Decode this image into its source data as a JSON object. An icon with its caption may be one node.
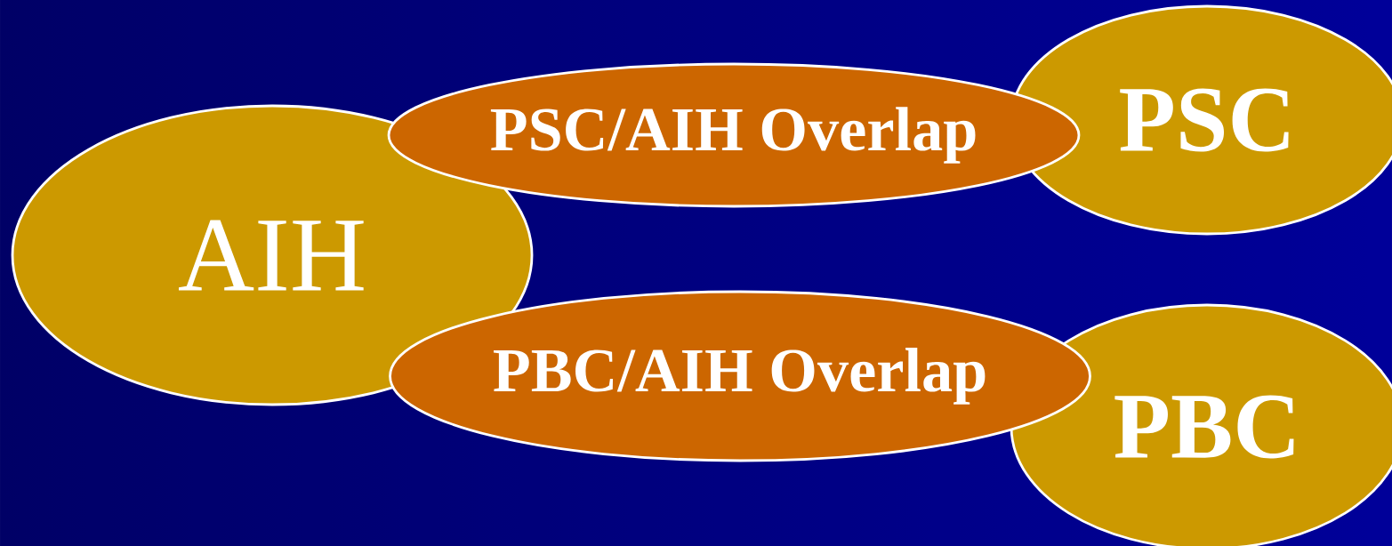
{
  "diagram": {
    "nodes": [
      {
        "text": [
          "AIH"
        ]
      },
      {
        "text": [
          "PSC/AIH Overlap"
        ]
      },
      {
        "text": [
          "PSC"
        ]
      },
      {
        "text": [
          "PBC/AIH Overlap"
        ]
      },
      {
        "text": [
          "PBC"
        ]
      }
    ]
  }
}
